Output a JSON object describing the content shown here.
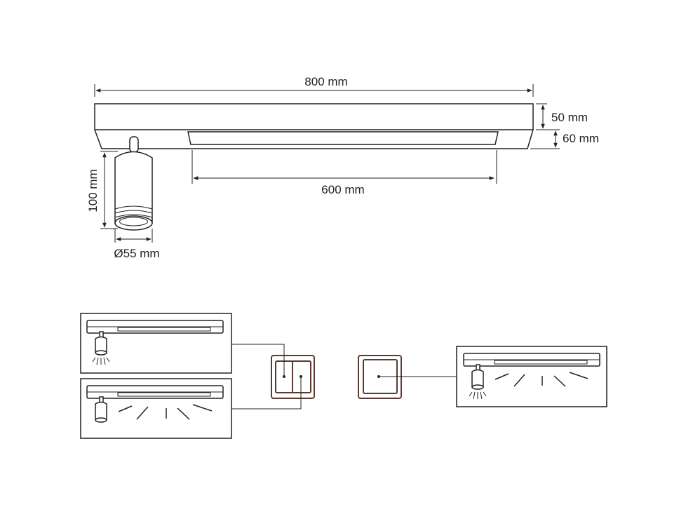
{
  "dimensions": {
    "length": "800 mm",
    "height_top": "50 mm",
    "height_total": "60 mm",
    "led_length": "600 mm",
    "spot_height": "100 mm",
    "spot_diameter": "Ø55 mm"
  },
  "colors": {
    "line": "#222222",
    "switch_frame": "#5a3a32"
  }
}
